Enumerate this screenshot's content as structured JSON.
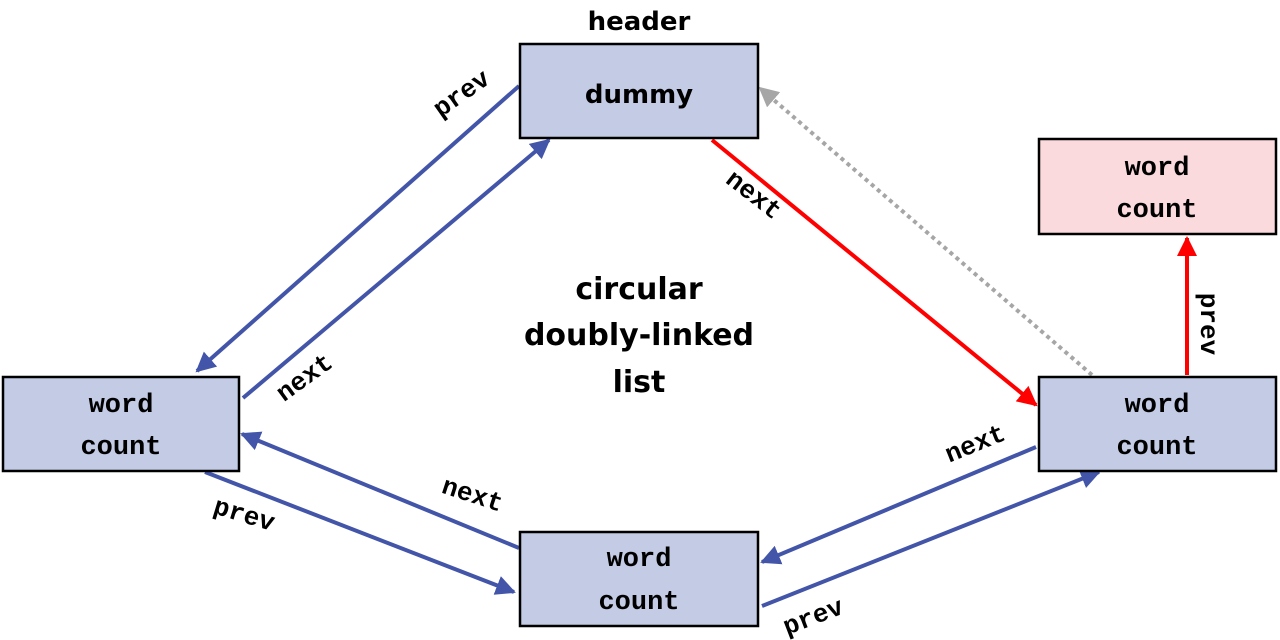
{
  "diagram": {
    "header_label": "header",
    "title_lines": [
      "circular",
      "doubly-linked",
      "list"
    ],
    "colors": {
      "link_blue": "#4355a8",
      "insert_red": "#ff0000",
      "old_gray": "#a6a6a6",
      "node_blue_fill": "#c3cbe5",
      "node_pink_fill": "#fadadd"
    },
    "nodes": {
      "dummy": {
        "lines": [
          "dummy"
        ]
      },
      "left": {
        "lines": [
          "word",
          "count"
        ]
      },
      "bottom": {
        "lines": [
          "word",
          "count"
        ]
      },
      "right": {
        "lines": [
          "word",
          "count"
        ]
      },
      "new": {
        "lines": [
          "word",
          "count"
        ]
      }
    },
    "edge_labels": {
      "dummy_to_left_prev": "prev",
      "left_to_dummy_next": "next",
      "dummy_to_right_next": "next",
      "left_to_bottom_prev": "prev",
      "bottom_to_left_next": "next",
      "right_to_bottom_next": "next",
      "bottom_to_right_prev": "prev",
      "right_to_new_prev": "prev"
    }
  }
}
